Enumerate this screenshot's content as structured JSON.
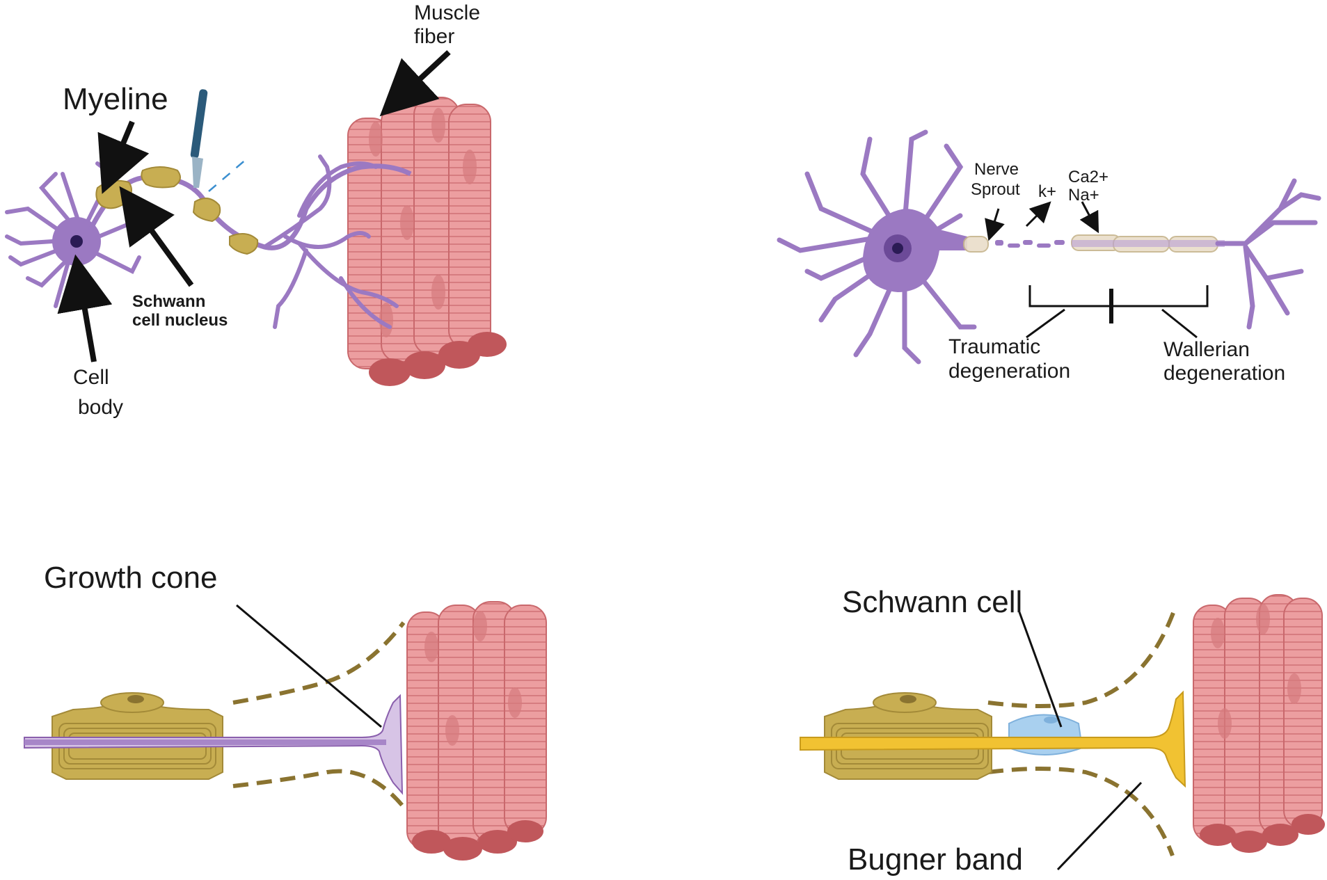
{
  "panel_a": {
    "labels": {
      "muscle_fiber_line1": "Muscle",
      "muscle_fiber_line2": "fiber",
      "myeline": "Myeline",
      "schwann_nucleus_line1": "Schwann",
      "schwann_nucleus_line2": "cell nucleus",
      "cell_body_line1": "Cell",
      "cell_body_line2": "body"
    }
  },
  "panel_b": {
    "labels": {
      "nerve_sprout_line1": "Nerve",
      "nerve_sprout_line2": "Sprout",
      "k_plus": "k+",
      "ca2_plus": "Ca2+",
      "na_plus": "Na+",
      "traumatic_line1": "Traumatic",
      "traumatic_line2": "degeneration",
      "wallerian_line1": "Wallerian",
      "wallerian_line2": "degeneration"
    }
  },
  "panel_c": {
    "labels": {
      "growth_cone": "Growth cone"
    }
  },
  "panel_d": {
    "labels": {
      "schwann_cell": "Schwann cell",
      "bugner_band": "Bugner band"
    }
  },
  "colors": {
    "neuron": "#9b79c2",
    "neuron_dark": "#6c4a98",
    "myelin": "#c8ae52",
    "muscle": "#e8989a",
    "muscle_dark": "#c9686c",
    "axon_yellow": "#f1c232",
    "schwann_blue": "#a9d0ef",
    "band": "#8a7330"
  }
}
